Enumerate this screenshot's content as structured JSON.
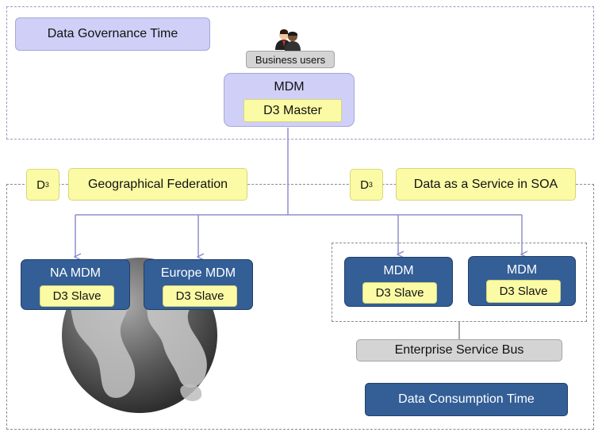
{
  "top_zone": {
    "title": "Data Governance Time",
    "business_users": "Business users",
    "mdm_master": {
      "title": "MDM",
      "sub": "D3 Master"
    }
  },
  "federation": {
    "d3_badge": "D",
    "d3_sup": "3",
    "label": "Geographical Federation"
  },
  "soa": {
    "d3_badge": "D",
    "d3_sup": "3",
    "label": "Data as a Service in SOA"
  },
  "nodes": [
    {
      "title": "NA MDM",
      "sub": "D3 Slave"
    },
    {
      "title": "Europe MDM",
      "sub": "D3 Slave"
    },
    {
      "title": "MDM",
      "sub": "D3 Slave"
    },
    {
      "title": "MDM",
      "sub": "D3 Slave"
    }
  ],
  "esb": "Enterprise Service Bus",
  "consumption": "Data Consumption Time",
  "colors": {
    "lavender": "#cfcff7",
    "yellow": "#fbfba6",
    "navy": "#335e96",
    "grey": "#d4d4d4",
    "connector": "#8f8fcc"
  }
}
